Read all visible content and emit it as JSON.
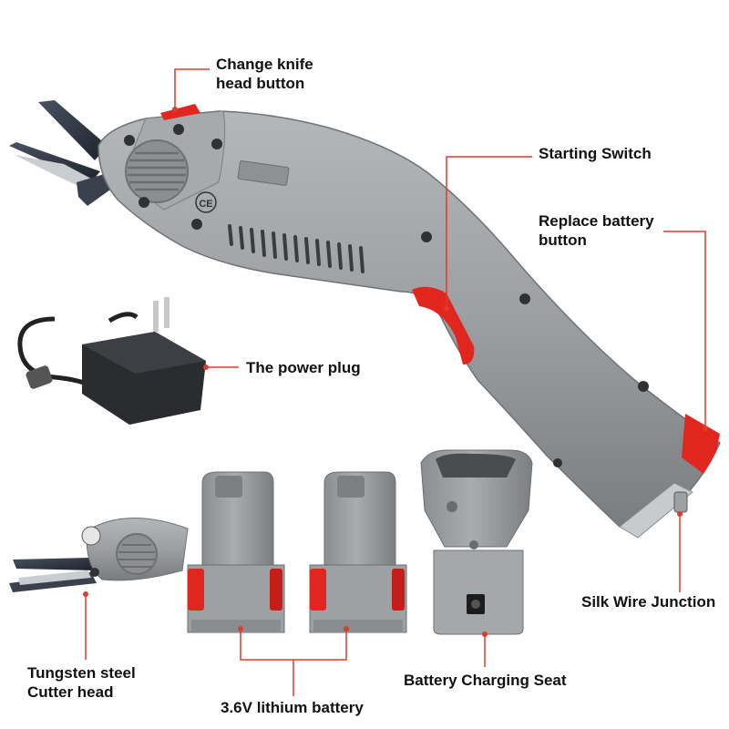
{
  "labels": {
    "change_knife_1": "Change knife",
    "change_knife_2": "head button",
    "starting_switch": "Starting Switch",
    "replace_battery_1": "Replace battery",
    "replace_battery_2": "button",
    "power_plug": "The power plug",
    "silk_wire": "Silk Wire Junction",
    "tungsten_1": "Tungsten steel",
    "tungsten_2": "Cutter head",
    "charging_seat": "Battery Charging Seat",
    "lithium_battery": "3.6V lithium battery"
  },
  "colors": {
    "body_gray": "#9a9d9f",
    "body_dark": "#707375",
    "accent_red": "#e0261f",
    "blade": "#333a44",
    "leader": "#e03a2a"
  }
}
